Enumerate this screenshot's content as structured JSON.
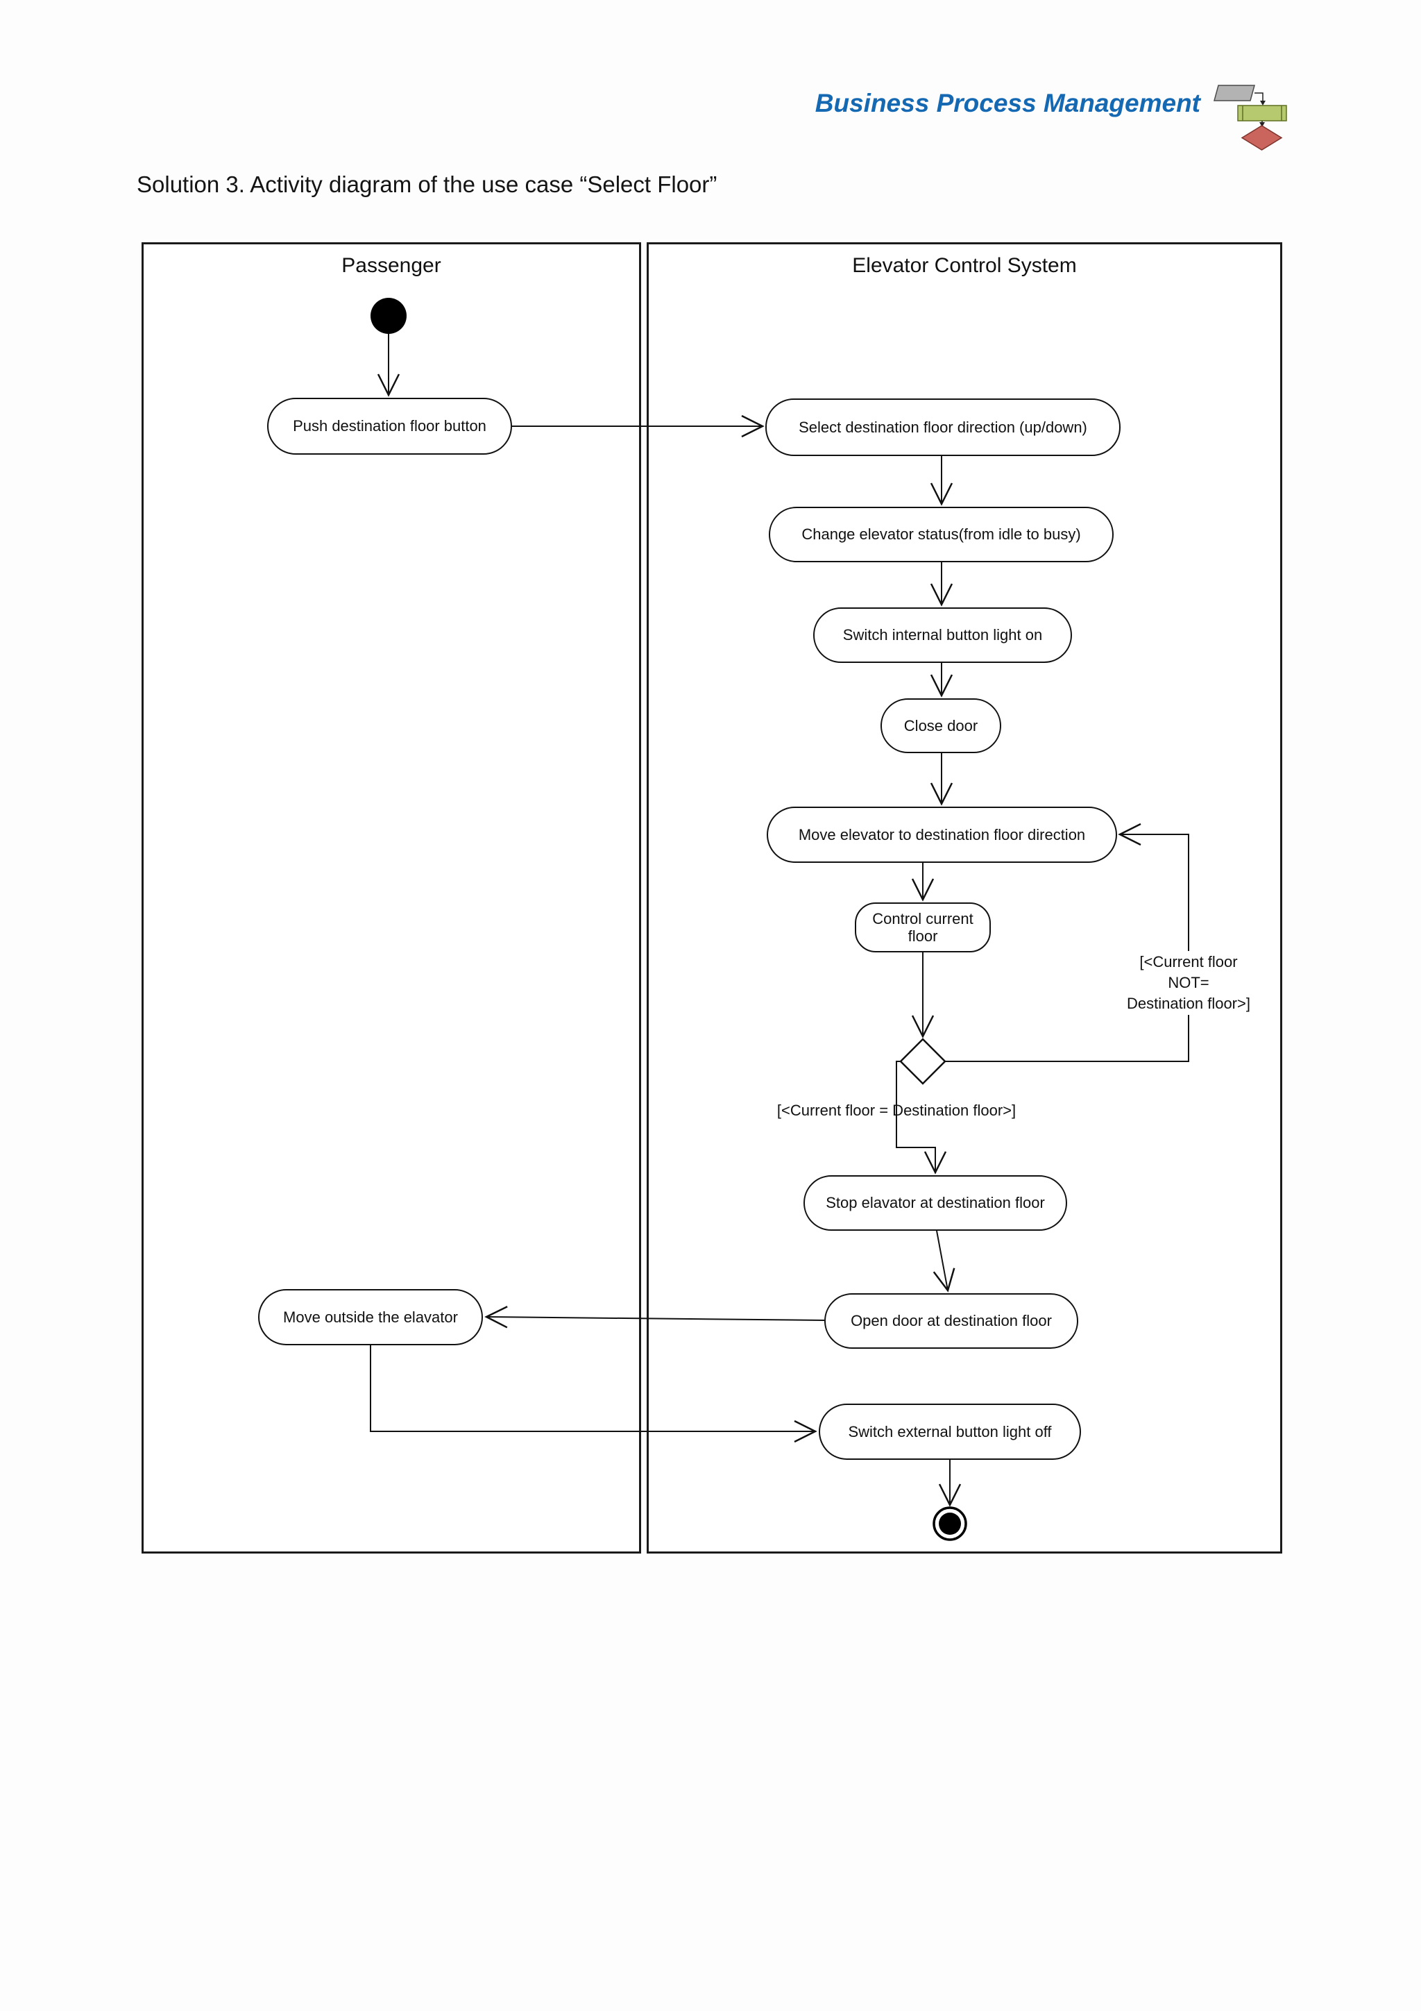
{
  "header": {
    "brand": "Business Process Management",
    "logo": {
      "shapes": [
        "gray-parallelogram",
        "green-task-rectangle",
        "red-diamond"
      ],
      "colors": {
        "gray": "#b3b3b3",
        "green": "#b6c96e",
        "red": "#c9655c",
        "brand_blue": "#1569b3"
      }
    }
  },
  "title": {
    "text": "Solution 3. Activity diagram of the use case “Select Floor”"
  },
  "diagram": {
    "lanes": [
      {
        "name": "Passenger"
      },
      {
        "name": "Elevator Control System"
      }
    ],
    "nodes": {
      "push": {
        "label": "Push destination floor button"
      },
      "select": {
        "label": "Select destination floor direction (up/down)"
      },
      "change": {
        "label": "Change elevator status(from idle to busy)"
      },
      "switch_internal": {
        "label": "Switch internal button light on"
      },
      "close_door": {
        "label": "Close door"
      },
      "move_elevator": {
        "label": "Move elevator to destination floor direction"
      },
      "control_floor": {
        "label": "Control current floor"
      },
      "stop_elevator": {
        "label": "Stop elavator at destination floor"
      },
      "open_door": {
        "label": "Open door at destination floor"
      },
      "move_outside": {
        "label": "Move outside the elavator"
      },
      "switch_external": {
        "label": "Switch external button light off"
      }
    },
    "guards": {
      "loop": [
        "[<Current floor",
        "NOT=",
        "Destination floor>]"
      ],
      "exit": "[<Current floor = Destination floor>]"
    }
  }
}
